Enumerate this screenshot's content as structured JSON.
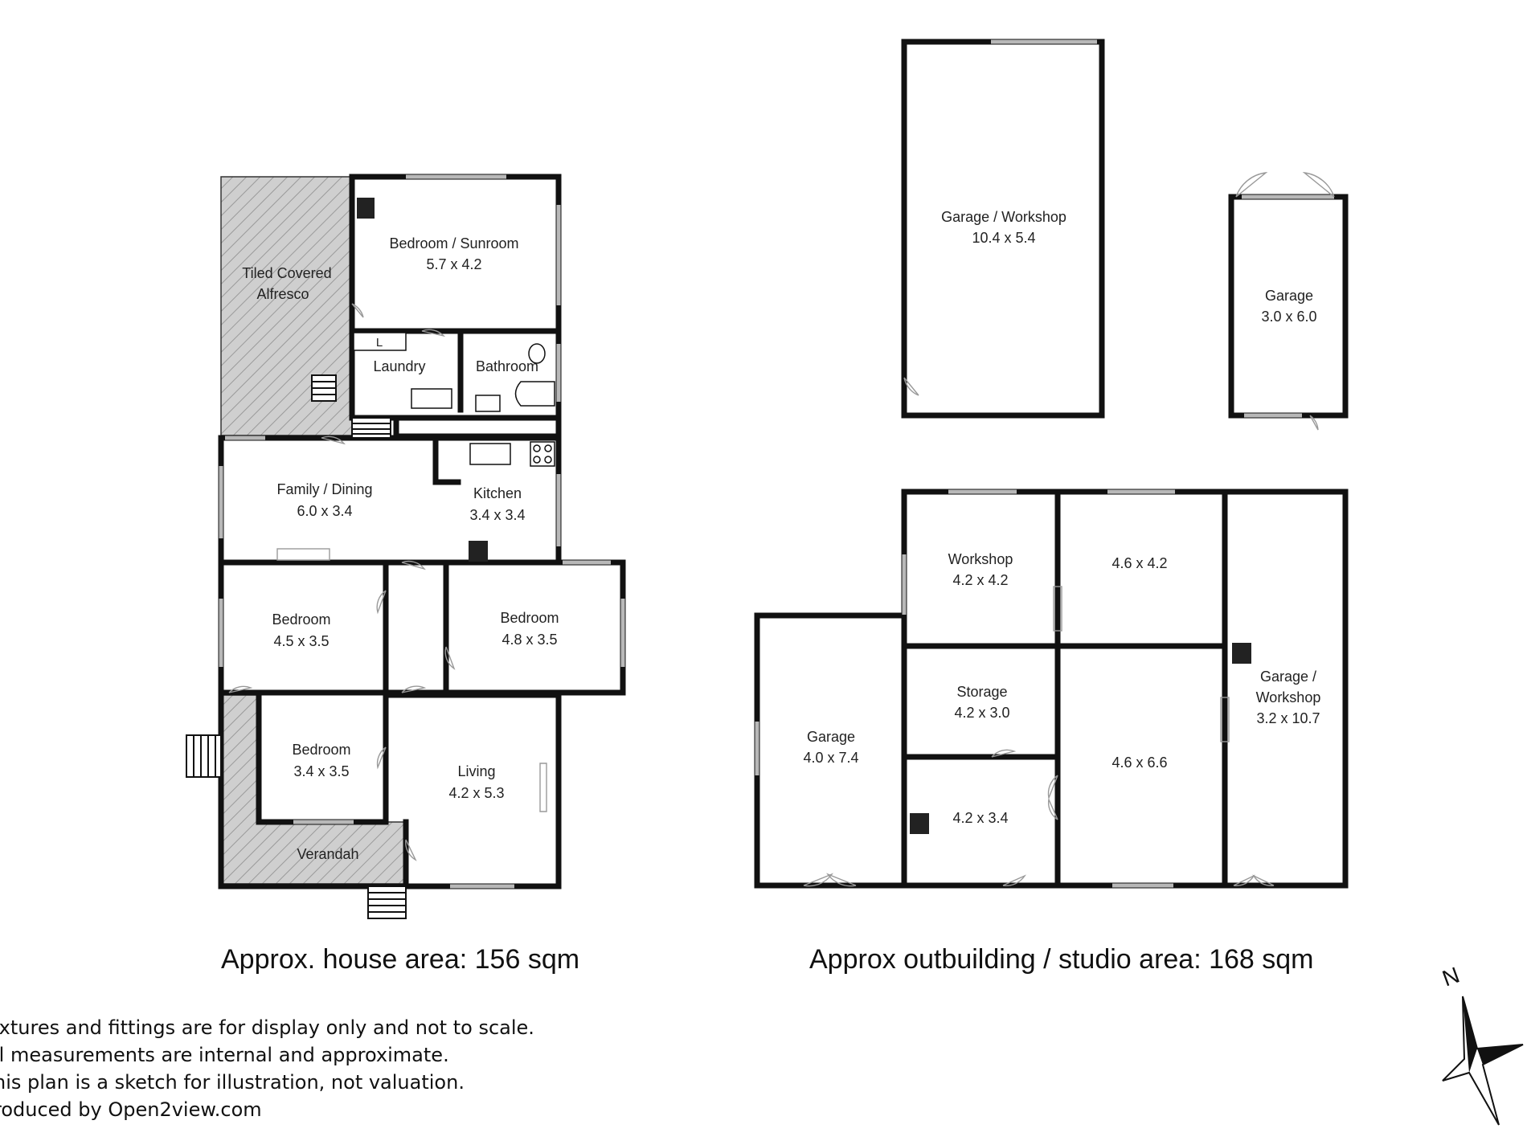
{
  "house": {
    "rooms": {
      "alfresco": {
        "line1": "Tiled Covered",
        "line2": "Alfresco"
      },
      "bedroom_sunroom": {
        "name": "Bedroom / Sunroom",
        "dims": "5.7 x 4.2"
      },
      "laundry": {
        "name": "Laundry",
        "fixture": "L"
      },
      "bathroom": {
        "name": "Bathroom"
      },
      "family_dining": {
        "name": "Family / Dining",
        "dims": "6.0 x 3.4"
      },
      "kitchen": {
        "name": "Kitchen",
        "dims": "3.4 x 3.4"
      },
      "bedroom_1": {
        "name": "Bedroom",
        "dims": "4.5 x 3.5"
      },
      "bedroom_2": {
        "name": "Bedroom",
        "dims": "4.8 x 3.5"
      },
      "bedroom_3": {
        "name": "Bedroom",
        "dims": "3.4 x 3.5"
      },
      "living": {
        "name": "Living",
        "dims": "4.2 x 5.3"
      },
      "verandah": {
        "name": "Verandah"
      }
    },
    "area_text": "Approx. house area: 156 sqm"
  },
  "outbuilding": {
    "rooms": {
      "garage_workshop_large": {
        "name": "Garage / Workshop",
        "dims": "10.4 x 5.4"
      },
      "garage_small": {
        "name": "Garage",
        "dims": "3.0 x 6.0"
      },
      "workshop": {
        "name": "Workshop",
        "dims": "4.2 x 4.2"
      },
      "room_46x42": {
        "dims": "4.6 x 4.2"
      },
      "storage": {
        "name": "Storage",
        "dims": "4.2 x 3.0"
      },
      "garage_left": {
        "name": "Garage",
        "dims": "4.0 x 7.4"
      },
      "room_46x66": {
        "dims": "4.6 x 6.6"
      },
      "room_42x34": {
        "dims": "4.2 x 3.4"
      },
      "garage_workshop_right": {
        "line1": "Garage /",
        "line2": "Workshop",
        "dims": "3.2 x 10.7"
      }
    },
    "area_text": "Approx outbuilding / studio area: 168 sqm"
  },
  "disclaimer": {
    "line1": "ixtures and fittings are for display only and not to scale.",
    "line2": "ll measurements are internal and approximate.",
    "line3": "his plan is a sketch for illustration, not valuation.",
    "line4": "roduced by Open2view.com"
  },
  "compass": {
    "letter": "N"
  }
}
